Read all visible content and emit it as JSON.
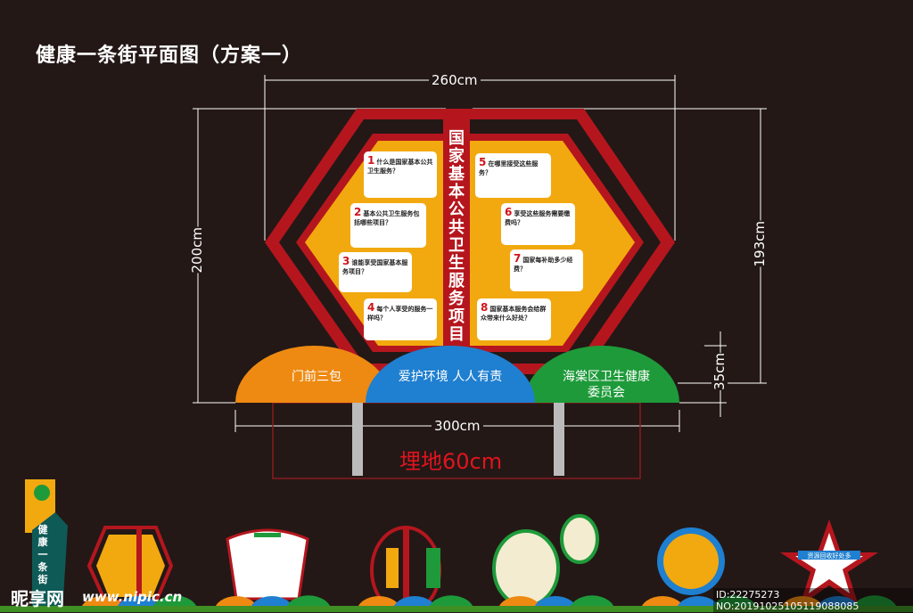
{
  "title": "健康一条街平面图（方案一）",
  "dimensions": {
    "width_top": "260cm",
    "height_left": "200cm",
    "height_right": "193cm",
    "base_height": "35cm",
    "width_base": "300cm",
    "buried": "埋地60cm"
  },
  "sign": {
    "column_title": "国家基本公共卫生服务项目",
    "panels": [
      {
        "num": "1",
        "question": "什么是国家基本公共卫生服务？"
      },
      {
        "num": "2",
        "question": "基本公共卫生服务包括哪些项目？"
      },
      {
        "num": "3",
        "question": "谁能享受国家基本服务项目？"
      },
      {
        "num": "4",
        "question": "每个人享受的服务一样吗？"
      },
      {
        "num": "5",
        "question": "在哪里接受这些服务？"
      },
      {
        "num": "6",
        "question": "享受这些服务需要缴费吗？"
      },
      {
        "num": "7",
        "question": "国家每补助多少经费？"
      },
      {
        "num": "8",
        "question": "国家基本服务会给群众带来什么好处？"
      }
    ],
    "base_arcs": [
      {
        "label": "门前三包",
        "color": "#ee8a12"
      },
      {
        "label": "爱护环境 人人有责",
        "color": "#1f7fd0"
      },
      {
        "label": "海棠区卫生健康\n委员会",
        "color": "#1e9a3a"
      }
    ]
  },
  "colors": {
    "frame_red": "#b5161e",
    "panel_orange": "#f2a90f",
    "background": "#231816"
  },
  "thumbnails": {
    "vertical_sign": "健康一条街",
    "star_sign": "资源回收好处多"
  },
  "watermark": {
    "logo": "昵享网",
    "url": "www.nipic.cn",
    "id": "ID:22275273 NO:20191025105119088085"
  }
}
